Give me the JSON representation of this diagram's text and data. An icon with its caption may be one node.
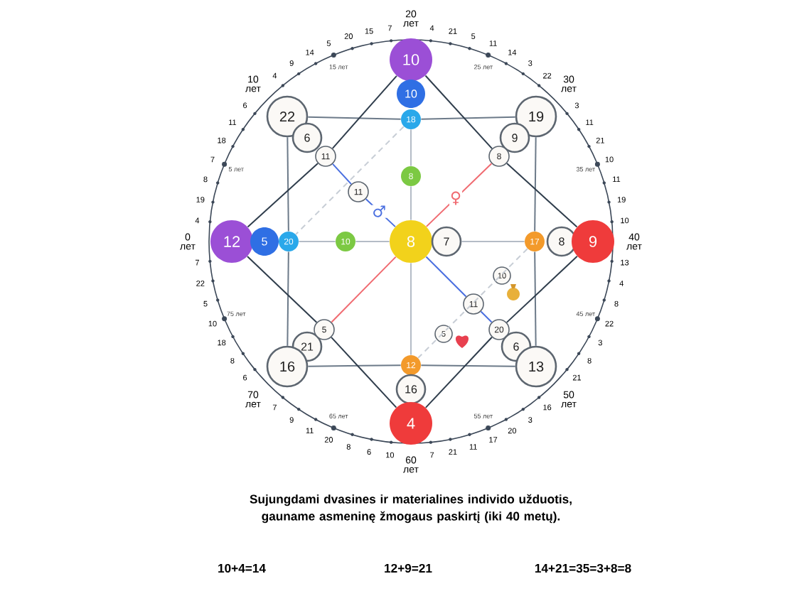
{
  "diagram": {
    "caption": "Sujungdami dvasines ir materialines individo užduotis, gauname asmeninę žmogaus paskirtį (iki 40 metų).",
    "nodes": [
      {
        "text": [
          "10"
        ]
      },
      {
        "text": [
          "10"
        ]
      },
      {
        "text": [
          "18"
        ]
      },
      {
        "text": [
          "8"
        ]
      },
      {
        "text": [
          "22"
        ]
      },
      {
        "text": [
          "6"
        ]
      },
      {
        "text": [
          "11"
        ]
      },
      {
        "text": [
          "11"
        ]
      },
      {
        "text": [
          "19"
        ]
      },
      {
        "text": [
          "9"
        ]
      },
      {
        "text": [
          "8"
        ]
      },
      {
        "text": [
          "12"
        ]
      },
      {
        "text": [
          "5"
        ]
      },
      {
        "text": [
          "20"
        ]
      },
      {
        "text": [
          "10"
        ]
      },
      {
        "text": [
          "8"
        ]
      },
      {
        "text": [
          "7"
        ]
      },
      {
        "text": [
          "17"
        ]
      },
      {
        "text": [
          "8"
        ]
      },
      {
        "text": [
          "9"
        ]
      },
      {
        "text": [
          "10"
        ]
      },
      {
        "text": [
          "11"
        ]
      },
      {
        "text": [
          "5"
        ]
      },
      {
        "text": [
          "20"
        ]
      },
      {
        "text": [
          "6"
        ]
      },
      {
        "text": [
          "21"
        ]
      },
      {
        "text": [
          "5"
        ]
      },
      {
        "text": [
          "16"
        ]
      },
      {
        "text": [
          "12"
        ]
      },
      {
        "text": [
          "13"
        ]
      },
      {
        "text": [
          "16"
        ]
      },
      {
        "text": [
          "4"
        ]
      }
    ],
    "edges": [
      {
        "from": 4,
        "to": 2,
        "arrow": "none",
        "color": "#6c7a89"
      },
      {
        "from": 2,
        "to": 8,
        "arrow": "none",
        "color": "#6c7a89"
      },
      {
        "from": 8,
        "to": 17,
        "arrow": "none",
        "color": "#6c7a89"
      },
      {
        "from": 17,
        "to": 29,
        "arrow": "none",
        "color": "#6c7a89"
      },
      {
        "from": 29,
        "to": 28,
        "arrow": "none",
        "color": "#6c7a89"
      },
      {
        "from": 28,
        "to": 27,
        "arrow": "none",
        "color": "#6c7a89"
      },
      {
        "from": 27,
        "to": 13,
        "arrow": "none",
        "color": "#6c7a89"
      },
      {
        "from": 13,
        "to": 4,
        "arrow": "none",
        "color": "#6c7a89"
      },
      {
        "from": 11,
        "to": 6,
        "arrow": "none"
      },
      {
        "from": 6,
        "to": 0,
        "arrow": "none"
      },
      {
        "from": 0,
        "to": 10,
        "arrow": "none"
      },
      {
        "from": 10,
        "to": 19,
        "arrow": "none"
      },
      {
        "from": 19,
        "to": 23,
        "arrow": "none"
      },
      {
        "from": 23,
        "to": 31,
        "arrow": "none"
      },
      {
        "from": 31,
        "to": 26,
        "arrow": "none"
      },
      {
        "from": 26,
        "to": 11,
        "arrow": "none"
      },
      {
        "from": 2,
        "to": 3,
        "arrow": "none",
        "color": "#b4bcc6"
      },
      {
        "from": 3,
        "to": 15,
        "arrow": "none",
        "color": "#b4bcc6"
      },
      {
        "from": 13,
        "to": 14,
        "arrow": "none",
        "color": "#b4bcc6"
      },
      {
        "from": 14,
        "to": 15,
        "arrow": "none",
        "color": "#b4bcc6"
      },
      {
        "from": 16,
        "to": 17,
        "arrow": "none",
        "color": "#b4bcc6"
      },
      {
        "from": 15,
        "to": 28,
        "arrow": "none",
        "color": "#b4bcc6"
      },
      {
        "from": 6,
        "to": 7,
        "arrow": "none",
        "color": "#4a6fe0"
      },
      {
        "from": 7,
        "to": 15,
        "arrow": "none",
        "color": "#4a6fe0",
        "label": "♂"
      },
      {
        "from": 15,
        "to": 21,
        "arrow": "none",
        "color": "#4a6fe0"
      },
      {
        "from": 21,
        "to": 23,
        "arrow": "none",
        "color": "#4a6fe0"
      },
      {
        "from": 15,
        "to": 10,
        "arrow": "none",
        "color": "#f06a70",
        "label": "♀"
      },
      {
        "from": 15,
        "to": 26,
        "arrow": "none",
        "color": "#f06a70"
      },
      {
        "from": 2,
        "to": 13,
        "arrow": "none",
        "color": "#c8ced6",
        "style": "dashed"
      },
      {
        "from": 17,
        "to": 28,
        "arrow": "none",
        "color": "#c8ced6",
        "style": "dashed"
      }
    ],
    "labels": [
      "0 лет",
      "4",
      "19",
      "8",
      "7",
      "18",
      "11",
      "6",
      "5 лет",
      "10 лет",
      "4",
      "9",
      "14",
      "5",
      "20",
      "15",
      "7",
      "15 лет",
      "20 лет",
      "4",
      "21",
      "5",
      "11",
      "14",
      "3",
      "22",
      "25 лет",
      "30 лет",
      "3",
      "11",
      "21",
      "10",
      "11",
      "19",
      "10",
      "35 лет",
      "40 лет",
      "13",
      "4",
      "8",
      "22",
      "3",
      "8",
      "21",
      "45 лет",
      "50 лет",
      "16",
      "3",
      "20",
      "17",
      "11",
      "21",
      "7",
      "55 лет",
      "60 лет",
      "10",
      "6",
      "8",
      "20",
      "11",
      "9",
      "7",
      "65 лет",
      "70 лет",
      "6",
      "8",
      "18",
      "10",
      "5",
      "22",
      "7",
      "75 лет",
      "10+4=14",
      "12+9=21",
      "14+21=35=3+8=8"
    ]
  }
}
